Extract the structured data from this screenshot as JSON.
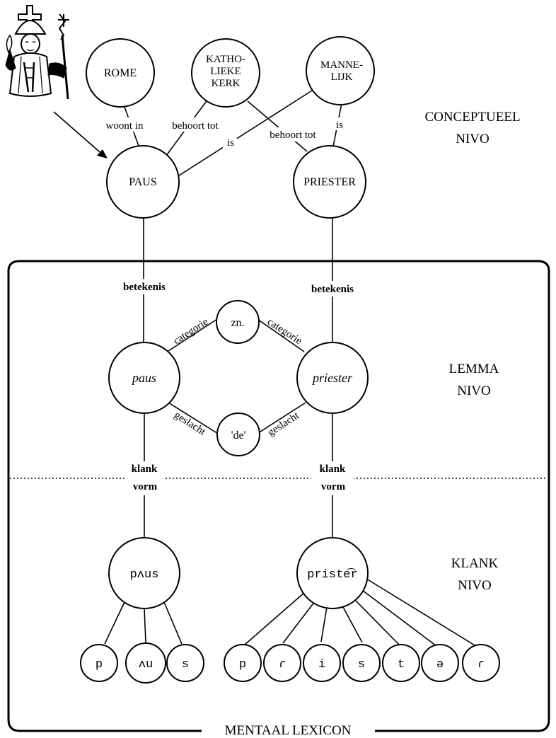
{
  "levels": {
    "conceptual": [
      "CONCEPTUEEL",
      "NIVO"
    ],
    "lemma": [
      "LEMMA",
      "NIVO"
    ],
    "sound": [
      "KLANK",
      "NIVO"
    ]
  },
  "lexicon_label": "MENTAAL LEXICON",
  "concepts": {
    "rome": [
      "ROME"
    ],
    "kerk": [
      "KATHO-",
      "LIEKE",
      "KERK"
    ],
    "mannelijk": [
      "MANNE-",
      "LIJK"
    ],
    "paus": [
      "PAUS"
    ],
    "priester": [
      "PRIESTER"
    ]
  },
  "relations": {
    "woont_in": "woont in",
    "behoort_tot_1": "behoort tot",
    "behoort_tot_2": "behoort tot",
    "is_1": "is",
    "is_2": "is",
    "betekenis_1": "betekenis",
    "betekenis_2": "betekenis",
    "categorie_1": "categorie",
    "categorie_2": "categorie",
    "geslacht_1": "geslacht",
    "geslacht_2": "geslacht",
    "klank_1": "klank",
    "vorm_1": "vorm",
    "klank_2": "klank",
    "vorm_2": "vorm"
  },
  "lemmas": {
    "paus": "paus",
    "priester": "priester",
    "zn": "zn.",
    "de": "'de'"
  },
  "wordforms": {
    "paus": "pʌus",
    "priester": "priste͡r"
  },
  "segments": {
    "paus": [
      "p",
      "ʌu",
      "s"
    ],
    "priester": [
      "p",
      "ɾ",
      "i",
      "s",
      "t",
      "ə",
      "ɾ"
    ]
  }
}
